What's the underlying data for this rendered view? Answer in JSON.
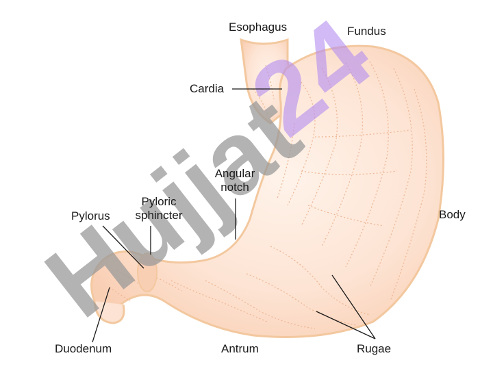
{
  "labels": {
    "esophagus": "Esophagus",
    "fundus": "Fundus",
    "cardia": "Cardia",
    "angular_notch_line1": "Angular",
    "angular_notch_line2": "notch",
    "pyloric_sphincter_line1": "Pyloric",
    "pyloric_sphincter_line2": "sphincter",
    "pylorus": "Pylorus",
    "body": "Body",
    "duodenum": "Duodenum",
    "antrum": "Antrum",
    "rugae": "Rugae"
  },
  "watermark": {
    "text": "Hujjat24",
    "colors": [
      "#8c8c8c",
      "#b38cf0"
    ]
  },
  "colors": {
    "stomach_fill": "#fce3d3",
    "stomach_outline": "#f3c89f",
    "rugae": "#efb896",
    "leader_line": "#1a1a1a"
  }
}
